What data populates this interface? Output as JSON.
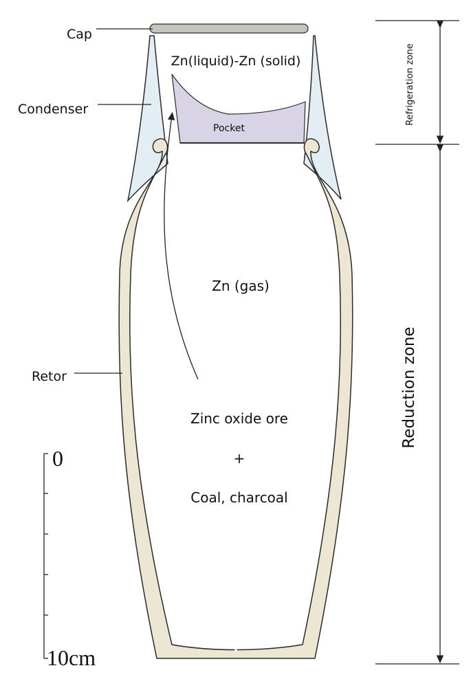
{
  "labels": {
    "cap": "Cap",
    "condenser": "Condenser",
    "retor": "Retor",
    "zn_liquid_solid": "Zn(liquid)-Zn (solid)",
    "pocket": "Pocket",
    "zn_gas": "Zn (gas)",
    "charge_line1": "Zinc oxide ore",
    "charge_plus": "+",
    "charge_line2": "Coal, charcoal"
  },
  "zones": {
    "refrigeration": "Refrigeration zone",
    "reduction": "Reduction zone"
  },
  "scale": {
    "top": "0",
    "bottom": "10cm"
  },
  "colors": {
    "retort_fill": "#ede6d2",
    "retort_stroke": "#2a2a2a",
    "condenser_fill": "#e3eef4",
    "pocket_fill": "#d8d4e6",
    "cap_fill": "#c5c5bd",
    "line": "#222222"
  }
}
